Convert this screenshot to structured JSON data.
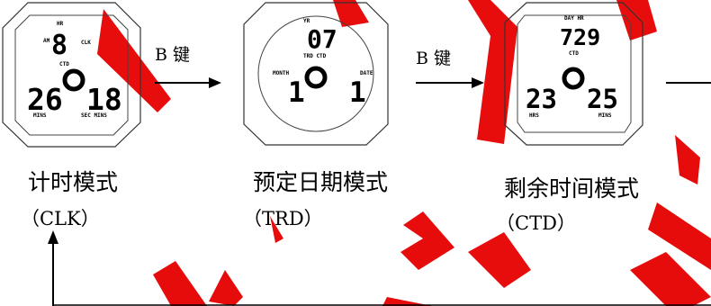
{
  "colors": {
    "watermark": "#e60000",
    "line": "#000000",
    "frame": "#333333"
  },
  "arrow_key_label": "B 键",
  "modes": [
    {
      "caption": "计时模式",
      "abbr": "（CLK）",
      "display": {
        "top_label": "HR",
        "top_left_label": "AM",
        "top_right_label": "CLK",
        "top_digits": "8",
        "mode_label": "CTD",
        "left_digits": "26",
        "right_digits": "18",
        "left_caption": "MINS",
        "right_caption": "SEC MINS"
      }
    },
    {
      "caption": "预定日期模式",
      "abbr": "（TRD）",
      "display": {
        "top_label": "YR",
        "top_digits": "07",
        "mode_label": "TRD CTD",
        "left_caption_top": "MONTH",
        "right_caption_top": "DATE",
        "left_digits": "1",
        "right_digits": "1"
      }
    },
    {
      "caption": "剩余时间模式",
      "abbr": "（CTD）",
      "display": {
        "top_label": "DAY HR",
        "top_digits": "729",
        "mode_label": "CTD",
        "left_digits": "23",
        "right_digits": "25",
        "left_caption": "HRS",
        "right_caption": "MINS"
      }
    }
  ]
}
